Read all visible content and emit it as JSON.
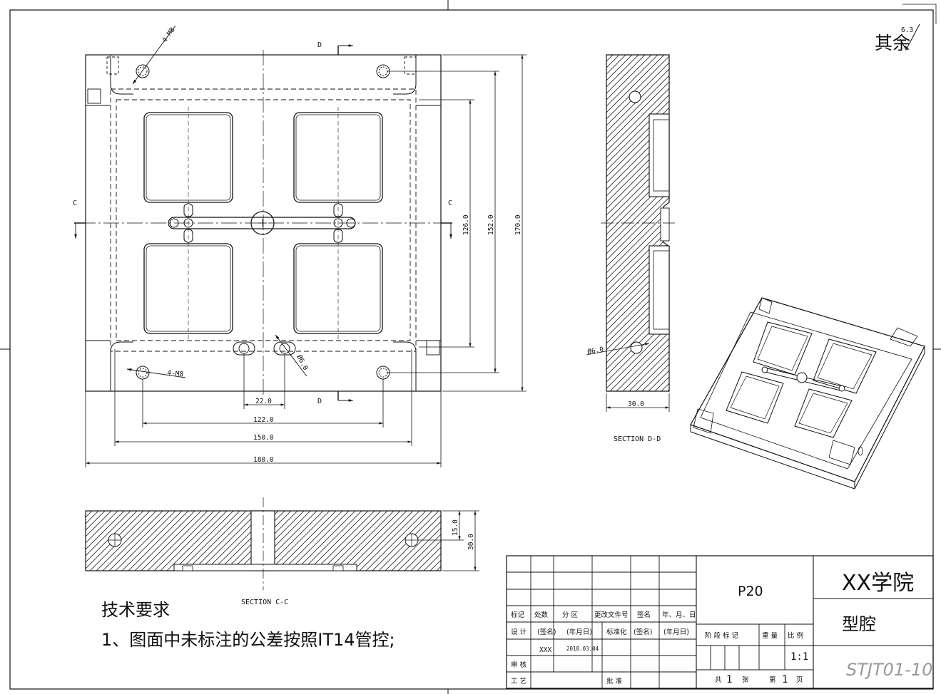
{
  "roughness": {
    "label": "其余",
    "value": "6.3"
  },
  "plan_view": {
    "section_marks": {
      "d_top": "D",
      "d_bottom": "D",
      "c_left": "C",
      "c_right": "C"
    },
    "hole_callouts": {
      "thread_top": "4-M8",
      "thread_bottom": "4-M8",
      "hole_diameter": "Ø6.0"
    },
    "dimensions": {
      "d126": "126.0",
      "d152": "152.0",
      "d170": "170.0",
      "d22": "22.0",
      "d122": "122.0",
      "d150": "150.0",
      "d180": "180.0"
    }
  },
  "section_dd": {
    "title": "SECTION D-D",
    "hole": "Ø6.0",
    "width": "30.0"
  },
  "section_cc": {
    "title": "SECTION C-C",
    "d15": "15.0",
    "d30": "30.0"
  },
  "tech_requirements": {
    "title": "技术要求",
    "item1": "1、图面中未标注的公差按照IT14管控;"
  },
  "title_block": {
    "part_number": "P20",
    "institution": "XX学院",
    "part_name": "型腔",
    "drawing_number": "STJT01-10",
    "row_headers": [
      "标记",
      "处数",
      "分 区",
      "更改文件号",
      "签名",
      "年、月、日"
    ],
    "design_label": "设 计",
    "sign1": "(签名)",
    "date1": "(年月日)",
    "std_label": "标准化",
    "sign2": "(签名)",
    "date2": "(年月日)",
    "designer": "XXX",
    "design_date": "2018.03.04",
    "review": "审 核",
    "process": "工 艺",
    "approve": "批 准",
    "stage_mark": "阶 段 标 记",
    "weight": "重 量",
    "scale_label": "比 例",
    "scale": "1:1",
    "total_pre": "共",
    "total_num": "1",
    "total_unit": "张",
    "sheet_pre": "第",
    "sheet_num": "1",
    "sheet_unit": "页"
  }
}
